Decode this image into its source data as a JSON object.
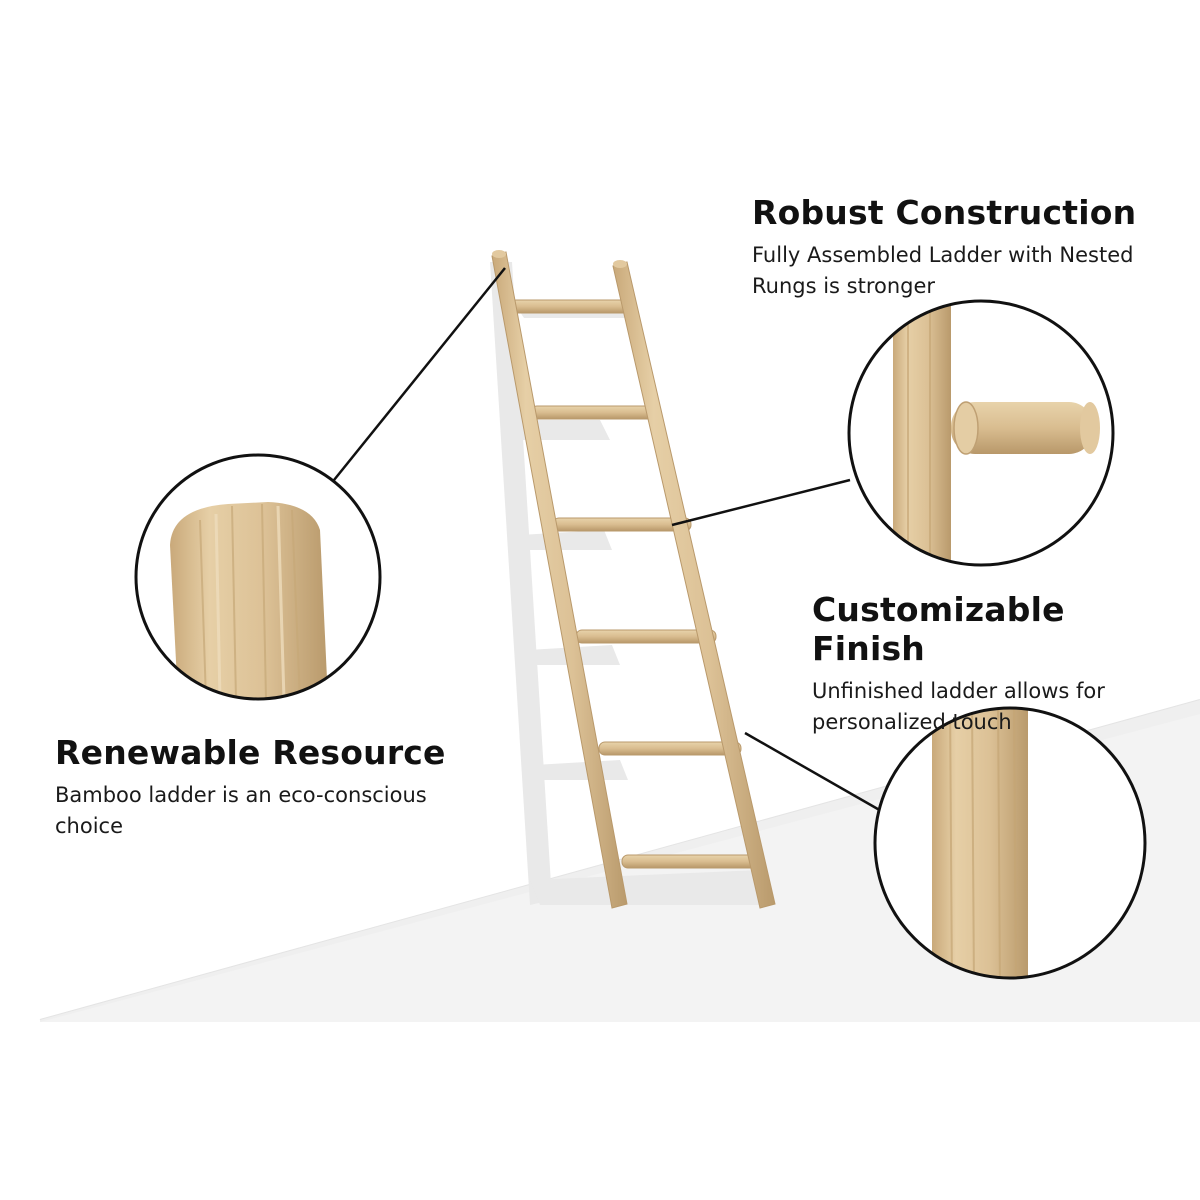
{
  "features": {
    "robust": {
      "title": "Robust Construction",
      "description": "Fully Assembled Ladder with Nested Rungs is stronger"
    },
    "custom": {
      "title": "Customizable Finish",
      "description": "Unfinished ladder allows for personalized touch"
    },
    "renewable": {
      "title": "Renewable Resource",
      "description": "Bamboo ladder is an eco-conscious choice"
    }
  },
  "colors": {
    "wood": "#dcc196",
    "wood_dark": "#b99a6c",
    "wall_shadow": "#ececec",
    "floor": "#f1f1f1",
    "text": "#111111"
  }
}
